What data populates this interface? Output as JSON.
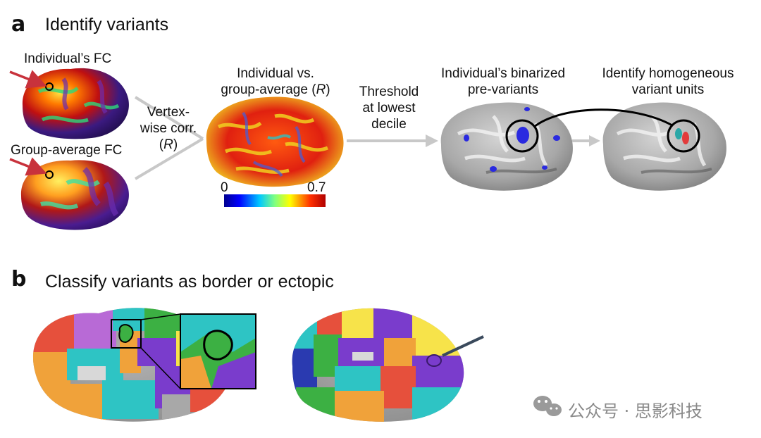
{
  "panel_a": {
    "letter": "a",
    "title": "Identify variants",
    "individual_fc": "Individual’s FC",
    "group_average_fc": "Group-average FC",
    "vertexwise_line1": "Vertex-",
    "vertexwise_line2": "wise corr.",
    "vertexwise_line3": "(R)",
    "individual_vs_line1": "Individual vs.",
    "individual_vs_line2": "group-average (R)",
    "colorbar_min": "0",
    "colorbar_max": "0.7",
    "threshold_line1": "Threshold",
    "threshold_line2": "at lowest",
    "threshold_line3": "decile",
    "binarized_line1": "Individual’s binarized",
    "binarized_line2": "pre-variants",
    "homogeneous_line1": "Identify homogeneous",
    "homogeneous_line2": "variant units"
  },
  "panel_b": {
    "letter": "b",
    "title": "Classify variants as border or ectopic"
  },
  "watermark": {
    "text": "公众号 · 思影科技",
    "icon": "wechat-icon"
  },
  "colors": {
    "arrow_red": "#c8323c",
    "gray_arrow": "#c8c8c8",
    "variant_blue": "#2a2ae0",
    "variant_red": "#e23b3b",
    "variant_teal": "#2aa7a7",
    "pointer": "#3a4a5c"
  }
}
